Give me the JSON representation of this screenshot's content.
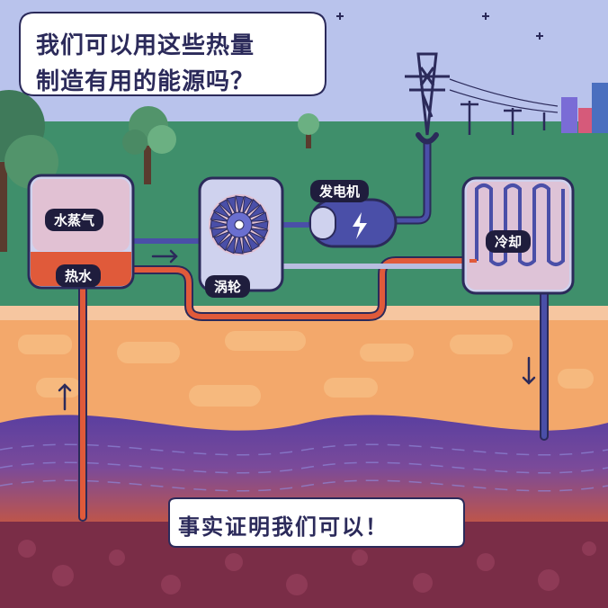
{
  "question": {
    "line1": "我们可以用这些热量",
    "line2": "制造有用的能源吗？"
  },
  "answer": "事实证明我们可以！",
  "labels": {
    "steam": "水蒸气",
    "hot_water": "热水",
    "turbine": "涡轮",
    "generator": "发电机",
    "cooling": "冷却"
  },
  "colors": {
    "sky": "#b9c3ec",
    "grass": "#3f8f6b",
    "earth": "#f3a86b",
    "deep_rock": "#7a2d47",
    "hot_pipe": "#e05a3a",
    "cold_pipe": "#4a4fa8",
    "outline": "#2b2a5a"
  }
}
